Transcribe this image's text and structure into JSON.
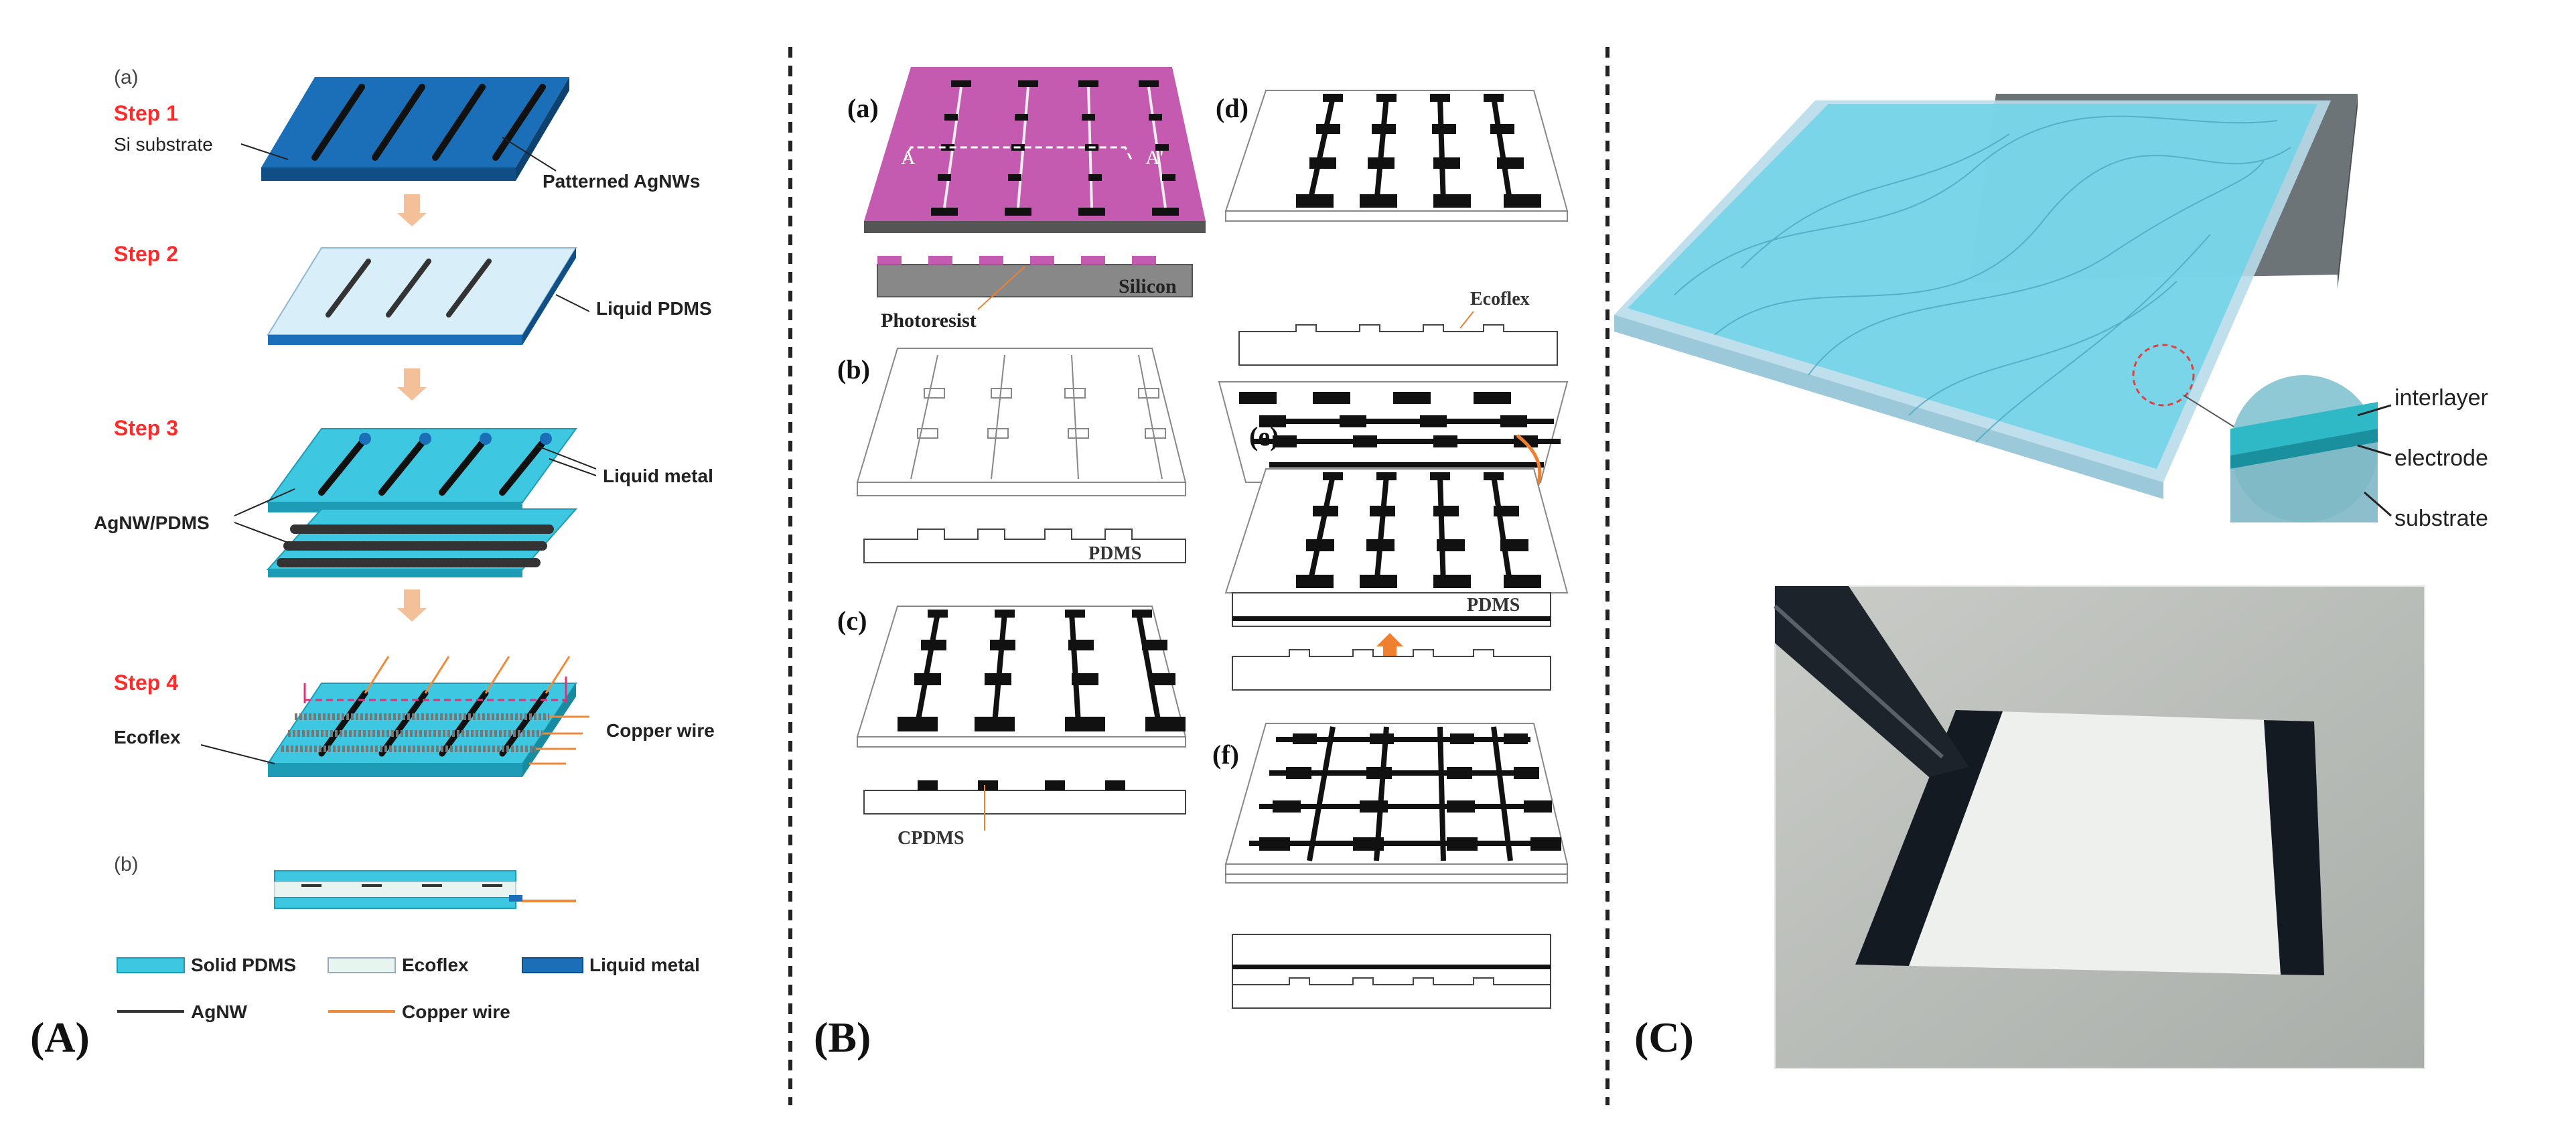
{
  "panel_A": {
    "letter": "(A)",
    "sub_a": "(a)",
    "sub_b": "(b)",
    "step1": "Step 1",
    "step2": "Step 2",
    "step3": "Step 3",
    "step4": "Step 4",
    "si_substrate": "Si substrate",
    "patterned_agnws": "Patterned AgNWs",
    "liquid_pdms": "Liquid PDMS",
    "liquid_metal": "Liquid metal",
    "agnw_pdms": "AgNW/PDMS",
    "ecoflex": "Ecoflex",
    "copper_wire": "Copper wire",
    "legend": {
      "solid_pdms": "Solid PDMS",
      "ecoflex": "Ecoflex",
      "liquid_metal": "Liquid metal",
      "agnw": "AgNW",
      "copper_wire": "Copper wire"
    },
    "colors": {
      "step_red": "#ff2a2a",
      "dark_blue": "#1a6fb8",
      "cyan": "#3ec7e0",
      "light": "#d8eef8",
      "arrow": "#f4c09a",
      "copper": "#f08a3a"
    }
  },
  "panel_B": {
    "letter": "(B)",
    "a": "(a)",
    "b": "(b)",
    "c": "(c)",
    "d": "(d)",
    "e": "(e)",
    "f": "(f)",
    "section_A": "A",
    "section_A2": "A'",
    "silicon": "Silicon",
    "photoresist": "Photoresist",
    "pdms_b": "PDMS",
    "cpdms": "CPDMS",
    "ecoflex": "Ecoflex",
    "pdms_e": "PDMS",
    "colors": {
      "magenta": "#c45bb0",
      "arrow": "#f08030"
    }
  },
  "panel_C": {
    "letter": "(C)",
    "interlayer": "interlayer",
    "electrode": "electrode",
    "substrate": "substrate",
    "colors": {
      "cyan": "#6fd3e8",
      "dark": "#5c6468"
    }
  }
}
